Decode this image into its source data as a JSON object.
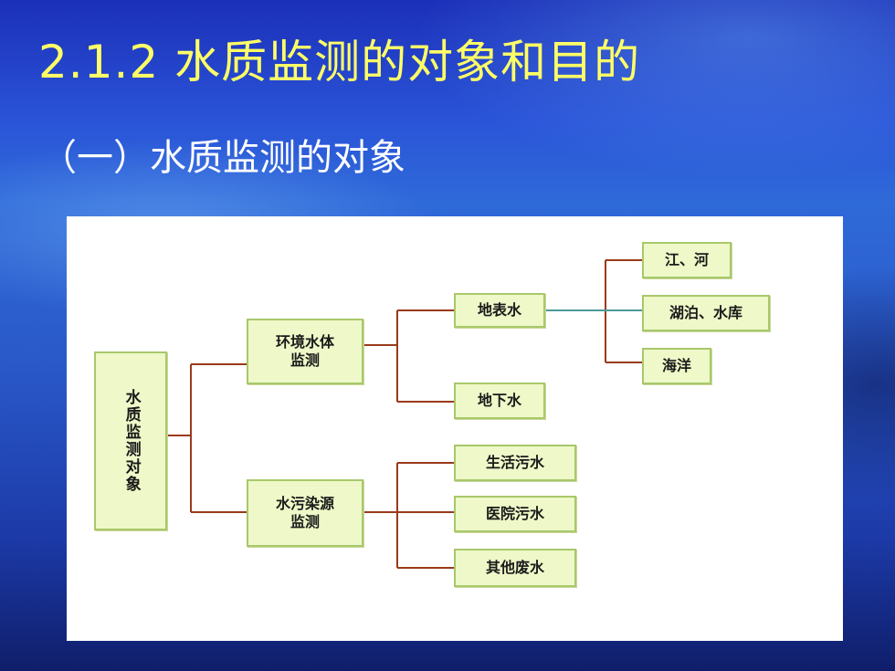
{
  "slide": {
    "title": "2.1.2  水质监测的对象和目的",
    "subtitle": "（一）水质监测的对象"
  },
  "diagram": {
    "root": "水质监测对象",
    "branch_env": "环境水体\n监测",
    "branch_pollution": "水污染源\n监测",
    "surface_water": "地表水",
    "ground_water": "地下水",
    "rivers": "江、河",
    "lakes": "湖泊、水库",
    "ocean": "海洋",
    "domestic": "生活污水",
    "hospital": "医院污水",
    "other": "其他废水"
  },
  "colors": {
    "title": "#ffff66",
    "subtitle": "#ffffff",
    "node_fill": "#eef8c8",
    "node_border": "#a8c86a",
    "connector": "#9a3a1a",
    "connector_teal": "#4a9a9a"
  }
}
